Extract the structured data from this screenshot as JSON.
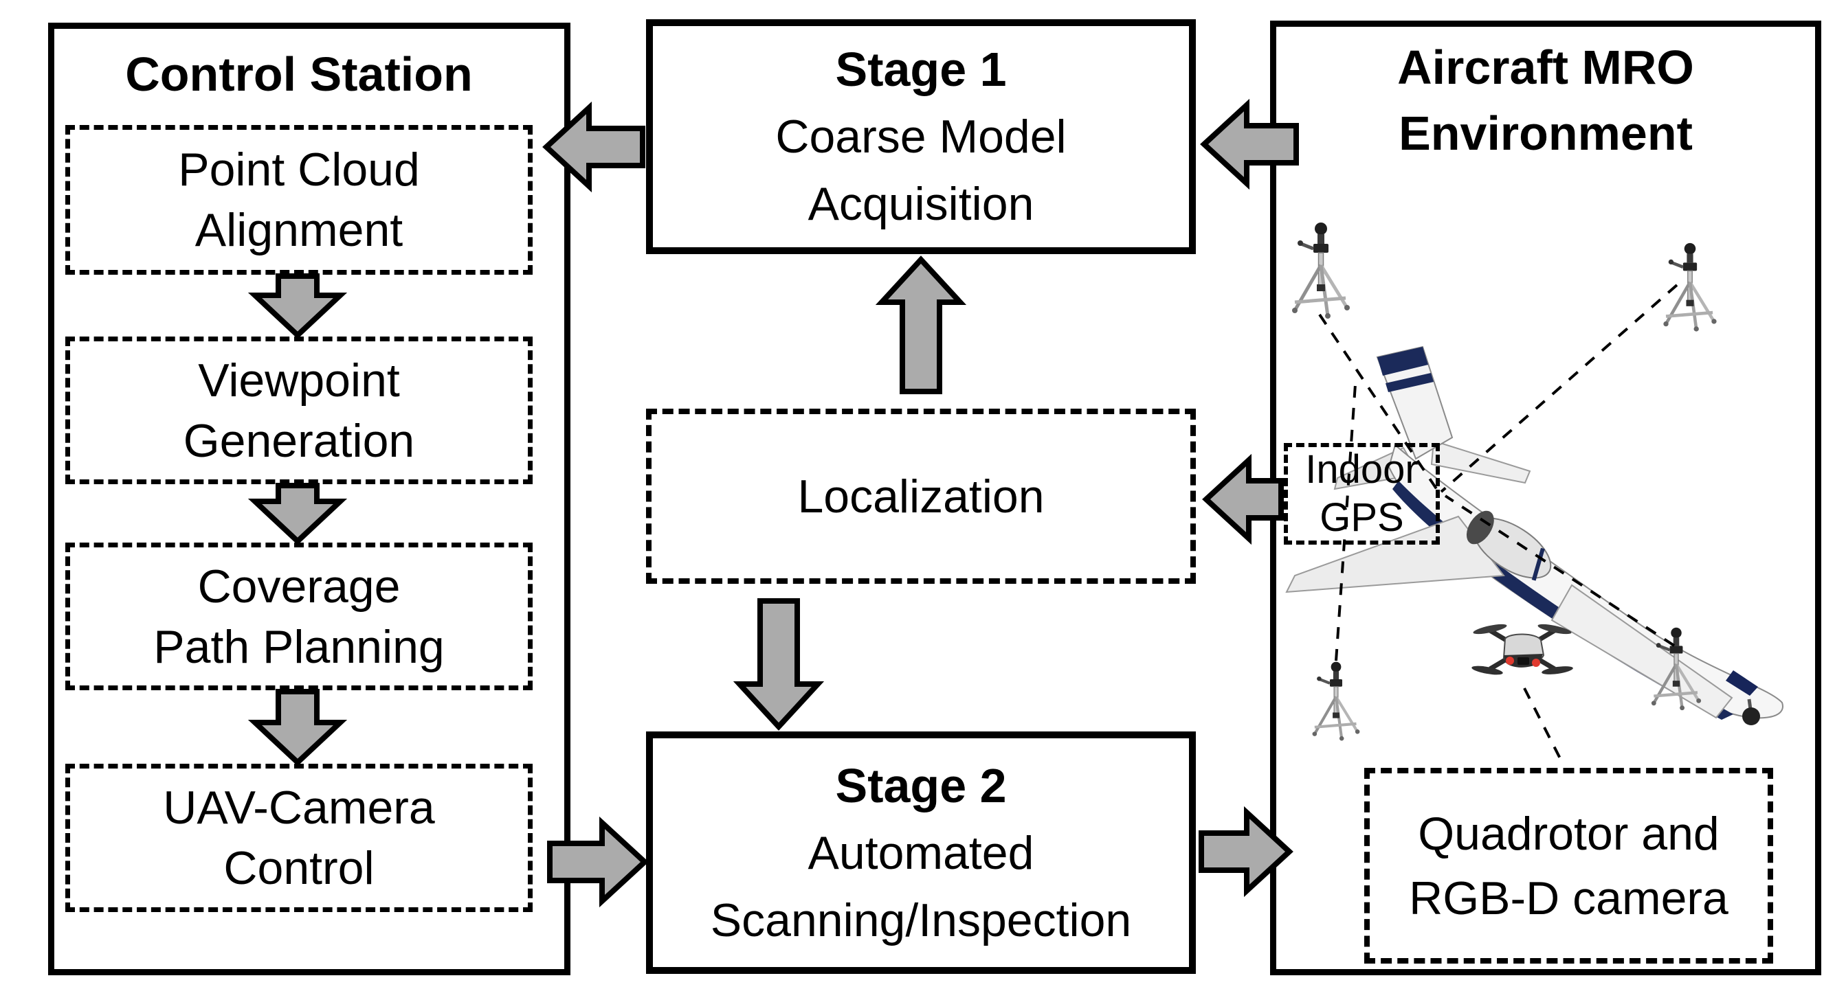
{
  "diagram": {
    "control_station": {
      "title": "Control Station",
      "steps": [
        {
          "line1": "Point Cloud",
          "line2": "Alignment"
        },
        {
          "line1": "Viewpoint",
          "line2": "Generation"
        },
        {
          "line1": "Coverage",
          "line2": "Path Planning"
        },
        {
          "line1": "UAV-Camera",
          "line2": "Control"
        }
      ]
    },
    "pipeline": {
      "stage1": {
        "title": "Stage 1",
        "line1": "Coarse Model",
        "line2": "Acquisition"
      },
      "localization": {
        "label": "Localization"
      },
      "stage2": {
        "title": "Stage 2",
        "line1": "Automated",
        "line2": "Scanning/Inspection"
      }
    },
    "environment": {
      "title_line1": "Aircraft MRO",
      "title_line2": "Environment",
      "indoor_gps": {
        "line1": "Indoor",
        "line2": "GPS"
      },
      "quadrotor": {
        "line1": "Quadrotor and",
        "line2": "RGB-D camera"
      }
    },
    "colors": {
      "arrow_fill": "#ababab",
      "outline": "#000000",
      "aircraft_accent_navy": "#1b2a5a",
      "background": "#ffffff"
    },
    "icons": [
      "aircraft-illustration",
      "tripod-beacon-icon",
      "quadrotor-drone-icon"
    ]
  }
}
